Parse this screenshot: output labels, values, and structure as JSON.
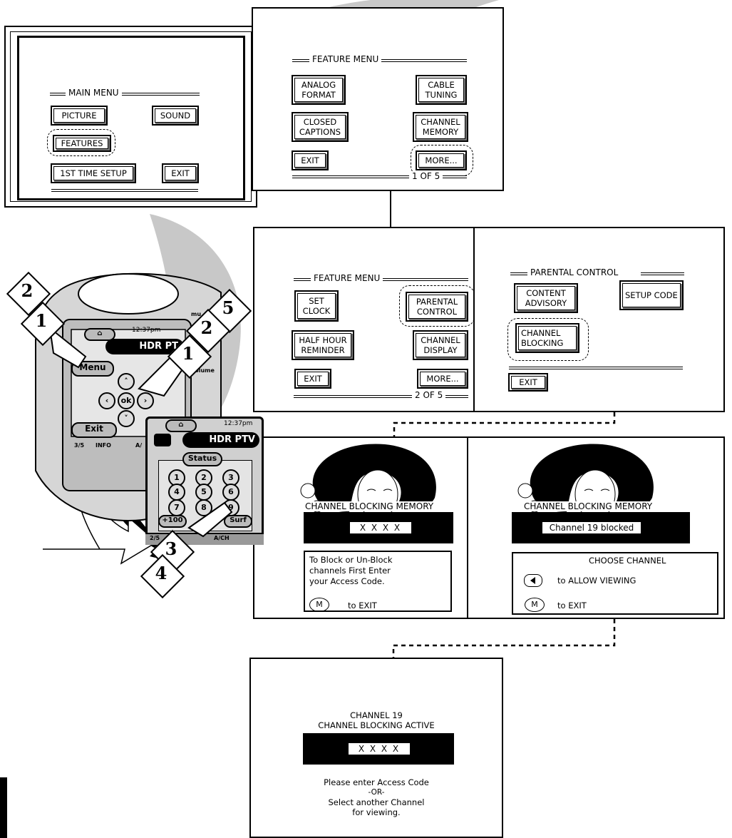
{
  "main_menu": {
    "title": "MAIN MENU",
    "buttons": [
      "PICTURE",
      "SOUND",
      "FEATURES",
      "1ST TIME SETUP",
      "EXIT"
    ]
  },
  "feature_menu_1": {
    "title": "FEATURE MENU",
    "buttons": [
      "ANALOG FORMAT",
      "CABLE TUNING",
      "CLOSED CAPTIONS",
      "CHANNEL MEMORY",
      "EXIT",
      "MORE..."
    ],
    "page": "1 OF 5"
  },
  "feature_menu_2": {
    "title": "FEATURE MENU",
    "buttons": [
      "SET CLOCK",
      "PARENTAL CONTROL",
      "HALF HOUR REMINDER",
      "CHANNEL DISPLAY",
      "EXIT",
      "MORE..."
    ],
    "page": "2 OF 5"
  },
  "parental_control": {
    "title": "PARENTAL CONTROL",
    "buttons": [
      "CONTENT ADVISORY",
      "SETUP CODE",
      "CHANNEL BLOCKING",
      "EXIT"
    ]
  },
  "blocking_memory_1": {
    "title": "CHANNEL BLOCKING MEMORY",
    "code": "X X X X",
    "text": [
      "To Block or Un-Block",
      "channels First Enter",
      "your Access Code."
    ],
    "exit_key": "M",
    "exit_label": "to EXIT"
  },
  "blocking_memory_2": {
    "title": "CHANNEL BLOCKING MEMORY",
    "status": "Channel 19 blocked",
    "choose": "CHOOSE CHANNEL",
    "allow_label": "to ALLOW VIEWING",
    "exit_key": "M",
    "exit_label": "to EXIT"
  },
  "blocking_active": {
    "line1": "CHANNEL 19",
    "line2": "CHANNEL BLOCKING ACTIVE",
    "code": "X X X X",
    "message": [
      "Please enter Access Code",
      "-OR-",
      "Select another Channel",
      "for viewing."
    ]
  },
  "remote_back": {
    "time": "12:37pm",
    "device": "HDR PT",
    "menu": "Menu",
    "ok": "ok",
    "exit": "Exit",
    "volume": "volume",
    "mute": "mu",
    "bottom": [
      "3/5",
      "INFO",
      "A/"
    ]
  },
  "remote_front": {
    "time": "12:37pm",
    "device": "HDR PTV",
    "status": "Status",
    "digits": [
      "1",
      "2",
      "3",
      "4",
      "5",
      "6",
      "7",
      "8",
      "9"
    ],
    "plus100": "+100",
    "surf": "Surf",
    "bottom": [
      "2/5",
      "A/CH"
    ]
  },
  "steps": [
    "2",
    "1",
    "5",
    "2",
    "1",
    "3",
    "4"
  ]
}
